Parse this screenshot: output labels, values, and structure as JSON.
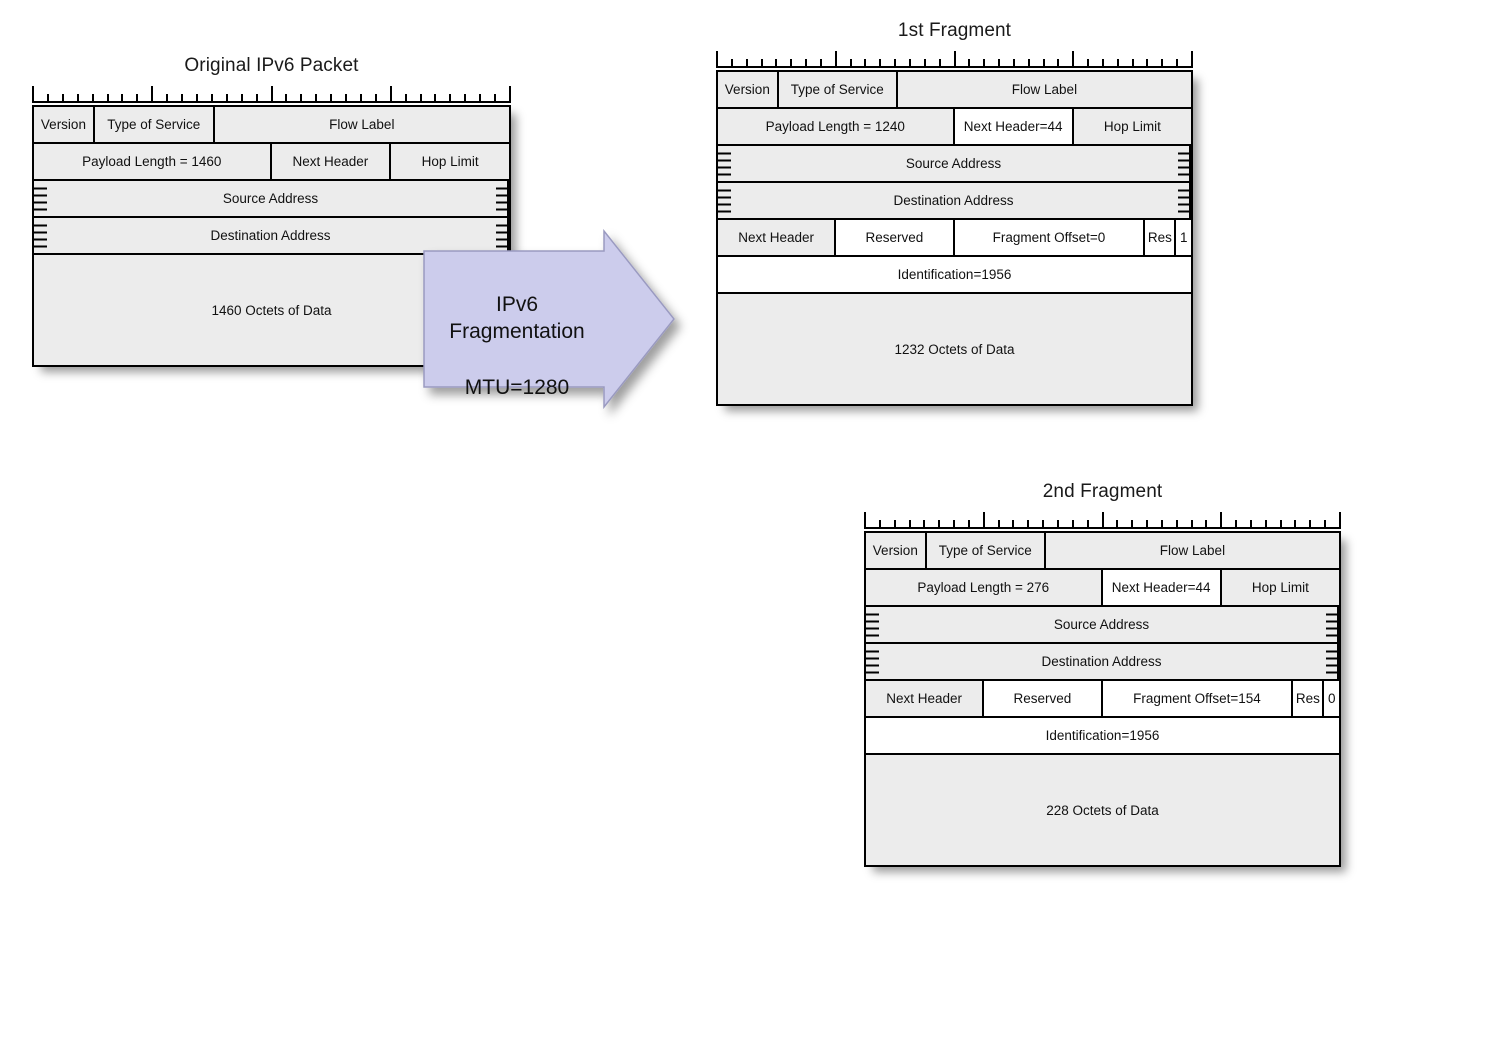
{
  "diagram": {
    "type": "ipv6-fragmentation",
    "background": "#ffffff",
    "field_fill": "#ececec",
    "highlight_fill": "#ffffff",
    "arrow_fill": "#ccccec",
    "arrow_stroke": "#9a9ac0",
    "border_color": "#000000"
  },
  "arrow": {
    "label": "IPv6 Fragmentation\nMTU=1280",
    "line1": "IPv6 Fragmentation",
    "line2": "MTU=1280"
  },
  "packets": [
    {
      "id": "original",
      "title": "Original IPv6 Packet",
      "rows": [
        {
          "name": "version-row",
          "cells": [
            {
              "label": "Version",
              "bits": 4,
              "fill": "gray"
            },
            {
              "label": "Type of Service",
              "bits": 8,
              "fill": "gray"
            },
            {
              "label": "Flow Label",
              "bits": 20,
              "fill": "gray"
            }
          ]
        },
        {
          "name": "payload-row",
          "cells": [
            {
              "label": "Payload Length = 1460",
              "bits": 16,
              "fill": "gray"
            },
            {
              "label": "Next Header",
              "bits": 8,
              "fill": "gray"
            },
            {
              "label": "Hop Limit",
              "bits": 8,
              "fill": "gray"
            }
          ]
        },
        {
          "name": "source-address-row",
          "address": true,
          "cells": [
            {
              "label": "Source Address",
              "bits": 32,
              "fill": "gray"
            }
          ]
        },
        {
          "name": "destination-address-row",
          "address": true,
          "cells": [
            {
              "label": "Destination Address",
              "bits": 32,
              "fill": "gray"
            }
          ]
        },
        {
          "name": "data-row",
          "tall": true,
          "cells": [
            {
              "label": "1460 Octets of Data",
              "bits": 32,
              "fill": "gray"
            }
          ]
        }
      ]
    },
    {
      "id": "fragment1",
      "title": "1st Fragment",
      "rows": [
        {
          "name": "version-row",
          "cells": [
            {
              "label": "Version",
              "bits": 4,
              "fill": "gray"
            },
            {
              "label": "Type of Service",
              "bits": 8,
              "fill": "gray"
            },
            {
              "label": "Flow Label",
              "bits": 20,
              "fill": "gray"
            }
          ]
        },
        {
          "name": "payload-row",
          "cells": [
            {
              "label": "Payload Length = 1240",
              "bits": 16,
              "fill": "gray"
            },
            {
              "label": "Next Header=44",
              "bits": 8,
              "fill": "white"
            },
            {
              "label": "Hop Limit",
              "bits": 8,
              "fill": "gray"
            }
          ]
        },
        {
          "name": "source-address-row",
          "address": true,
          "cells": [
            {
              "label": "Source Address",
              "bits": 32,
              "fill": "gray"
            }
          ]
        },
        {
          "name": "destination-address-row",
          "address": true,
          "cells": [
            {
              "label": "Destination Address",
              "bits": 32,
              "fill": "gray"
            }
          ]
        },
        {
          "name": "fragment-header-row",
          "cells": [
            {
              "label": "Next Header",
              "bits": 8,
              "fill": "gray"
            },
            {
              "label": "Reserved",
              "bits": 8,
              "fill": "white"
            },
            {
              "label": "Fragment Offset=0",
              "bits": 13,
              "fill": "white"
            },
            {
              "label": "Res",
              "bits": 2,
              "fill": "white"
            },
            {
              "label": "1",
              "bits": 1,
              "fill": "white"
            }
          ]
        },
        {
          "name": "identification-row",
          "cells": [
            {
              "label": "Identification=1956",
              "bits": 32,
              "fill": "white"
            }
          ]
        },
        {
          "name": "data-row",
          "tall": true,
          "cells": [
            {
              "label": "1232 Octets of Data",
              "bits": 32,
              "fill": "gray"
            }
          ]
        }
      ]
    },
    {
      "id": "fragment2",
      "title": "2nd Fragment",
      "rows": [
        {
          "name": "version-row",
          "cells": [
            {
              "label": "Version",
              "bits": 4,
              "fill": "gray"
            },
            {
              "label": "Type of Service",
              "bits": 8,
              "fill": "gray"
            },
            {
              "label": "Flow Label",
              "bits": 20,
              "fill": "gray"
            }
          ]
        },
        {
          "name": "payload-row",
          "cells": [
            {
              "label": "Payload Length = 276",
              "bits": 16,
              "fill": "gray"
            },
            {
              "label": "Next Header=44",
              "bits": 8,
              "fill": "white"
            },
            {
              "label": "Hop Limit",
              "bits": 8,
              "fill": "gray"
            }
          ]
        },
        {
          "name": "source-address-row",
          "address": true,
          "cells": [
            {
              "label": "Source Address",
              "bits": 32,
              "fill": "gray"
            }
          ]
        },
        {
          "name": "destination-address-row",
          "address": true,
          "cells": [
            {
              "label": "Destination Address",
              "bits": 32,
              "fill": "gray"
            }
          ]
        },
        {
          "name": "fragment-header-row",
          "cells": [
            {
              "label": "Next Header",
              "bits": 8,
              "fill": "gray"
            },
            {
              "label": "Reserved",
              "bits": 8,
              "fill": "white"
            },
            {
              "label": "Fragment Offset=154",
              "bits": 13,
              "fill": "white"
            },
            {
              "label": "Res",
              "bits": 2,
              "fill": "white"
            },
            {
              "label": "0",
              "bits": 1,
              "fill": "white"
            }
          ]
        },
        {
          "name": "identification-row",
          "cells": [
            {
              "label": "Identification=1956",
              "bits": 32,
              "fill": "white"
            }
          ]
        },
        {
          "name": "data-row",
          "tall": true,
          "cells": [
            {
              "label": "228 Octets of Data",
              "bits": 32,
              "fill": "gray"
            }
          ]
        }
      ]
    }
  ]
}
